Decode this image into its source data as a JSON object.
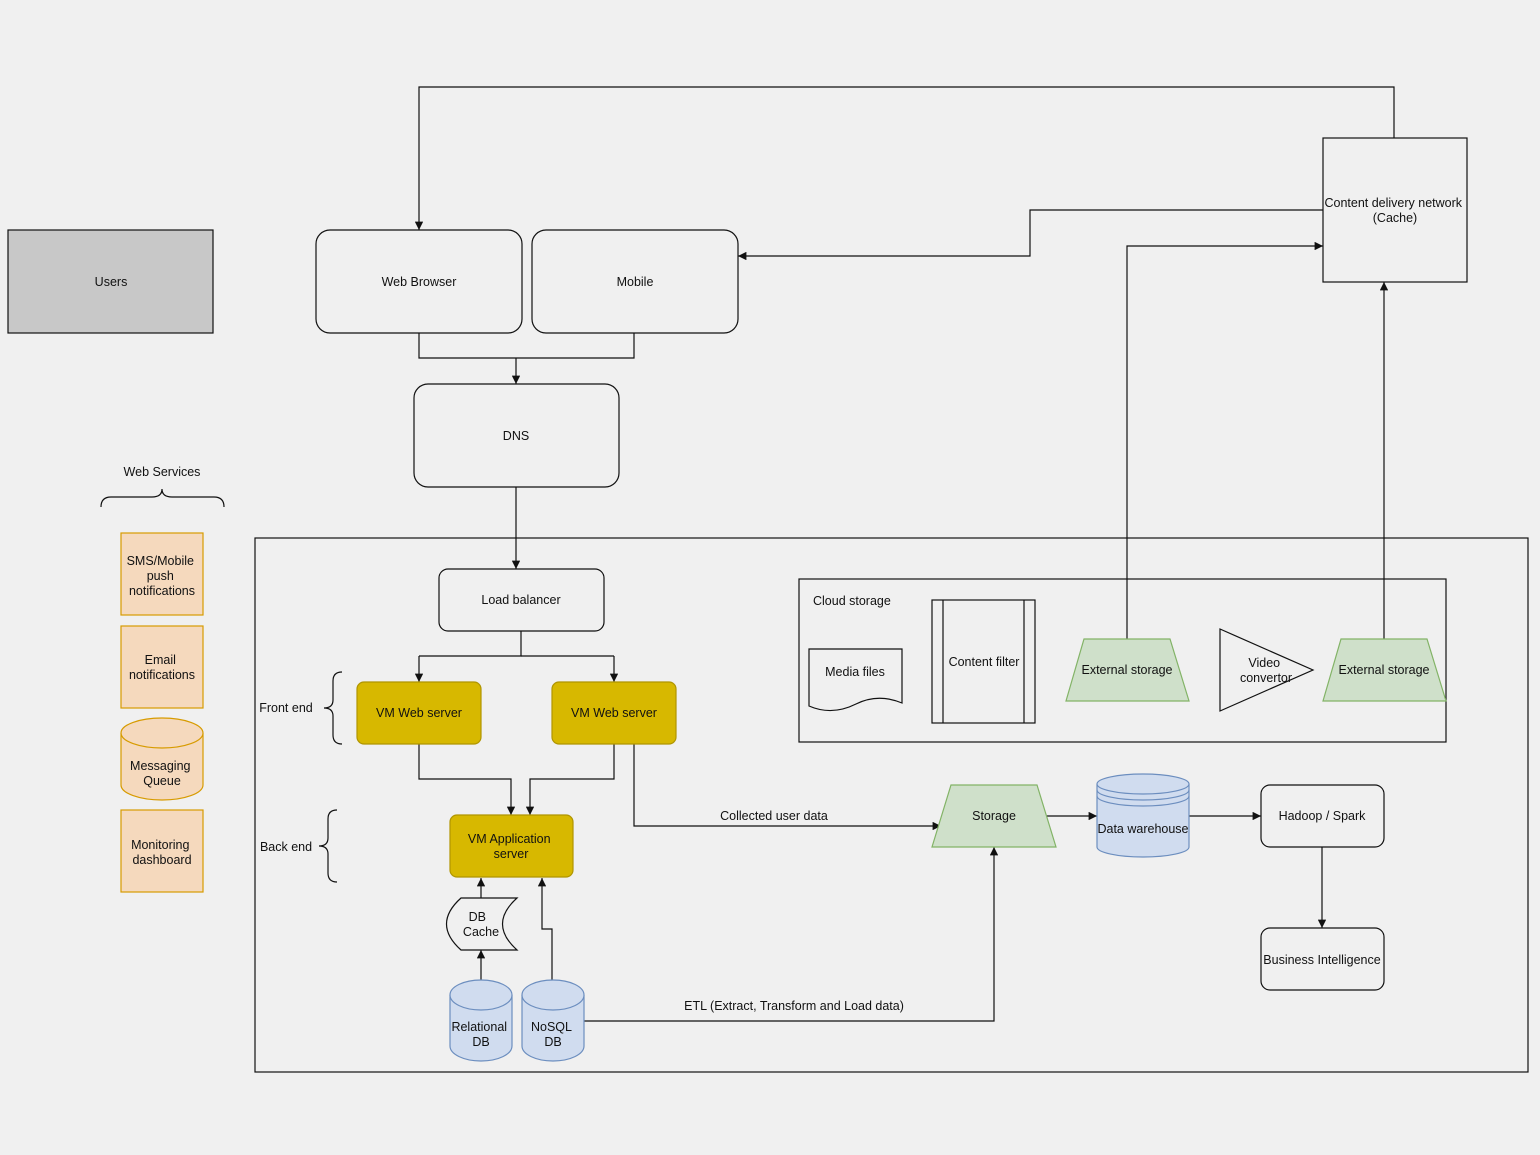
{
  "colors": {
    "background": "#f0f0f0",
    "users_fill": "#c8c8c8",
    "service_fill": "#f5d9bd",
    "service_stroke": "#d79b00",
    "vm_fill": "#d7b800",
    "vm_stroke": "#b09500",
    "green_fill": "#cfe0ca",
    "green_stroke": "#82b366",
    "db_fill": "#d0dcef",
    "db_stroke": "#6c8ebf"
  },
  "diagram": {
    "users": "Users",
    "web_browser": "Web Browser",
    "mobile": "Mobile",
    "dns": "DNS",
    "cdn": [
      "Content delivery network",
      "(Cache)"
    ],
    "web_services": {
      "title": "Web Services",
      "sms": [
        "SMS/Mobile",
        "push",
        "notifications"
      ],
      "email": [
        "Email",
        "notifications"
      ],
      "queue": [
        "Messaging",
        "Queue"
      ],
      "monitoring": [
        "Monitoring",
        "dashboard"
      ]
    },
    "load_balancer": "Load balancer",
    "front_end": "Front end",
    "back_end": "Back end",
    "vm_web_server_1": "VM Web server",
    "vm_web_server_2": "VM Web server",
    "vm_app_server": [
      "VM Application",
      "server"
    ],
    "db_cache": [
      "DB",
      "Cache"
    ],
    "relational_db": [
      "Relational",
      "DB"
    ],
    "nosql_db": [
      "NoSQL",
      "DB"
    ],
    "cloud_storage": {
      "title": "Cloud storage",
      "media_files": "Media files",
      "content_filter": "Content filter",
      "external_storage_1": "External storage",
      "video_convertor": [
        "Video",
        "convertor"
      ],
      "external_storage_2": "External storage"
    },
    "storage": "Storage",
    "data_warehouse": "Data warehouse",
    "hadoop": "Hadoop / Spark",
    "bi": "Business Intelligence",
    "edge_collected": "Collected user data",
    "edge_etl": "ETL (Extract, Transform and Load data)"
  }
}
